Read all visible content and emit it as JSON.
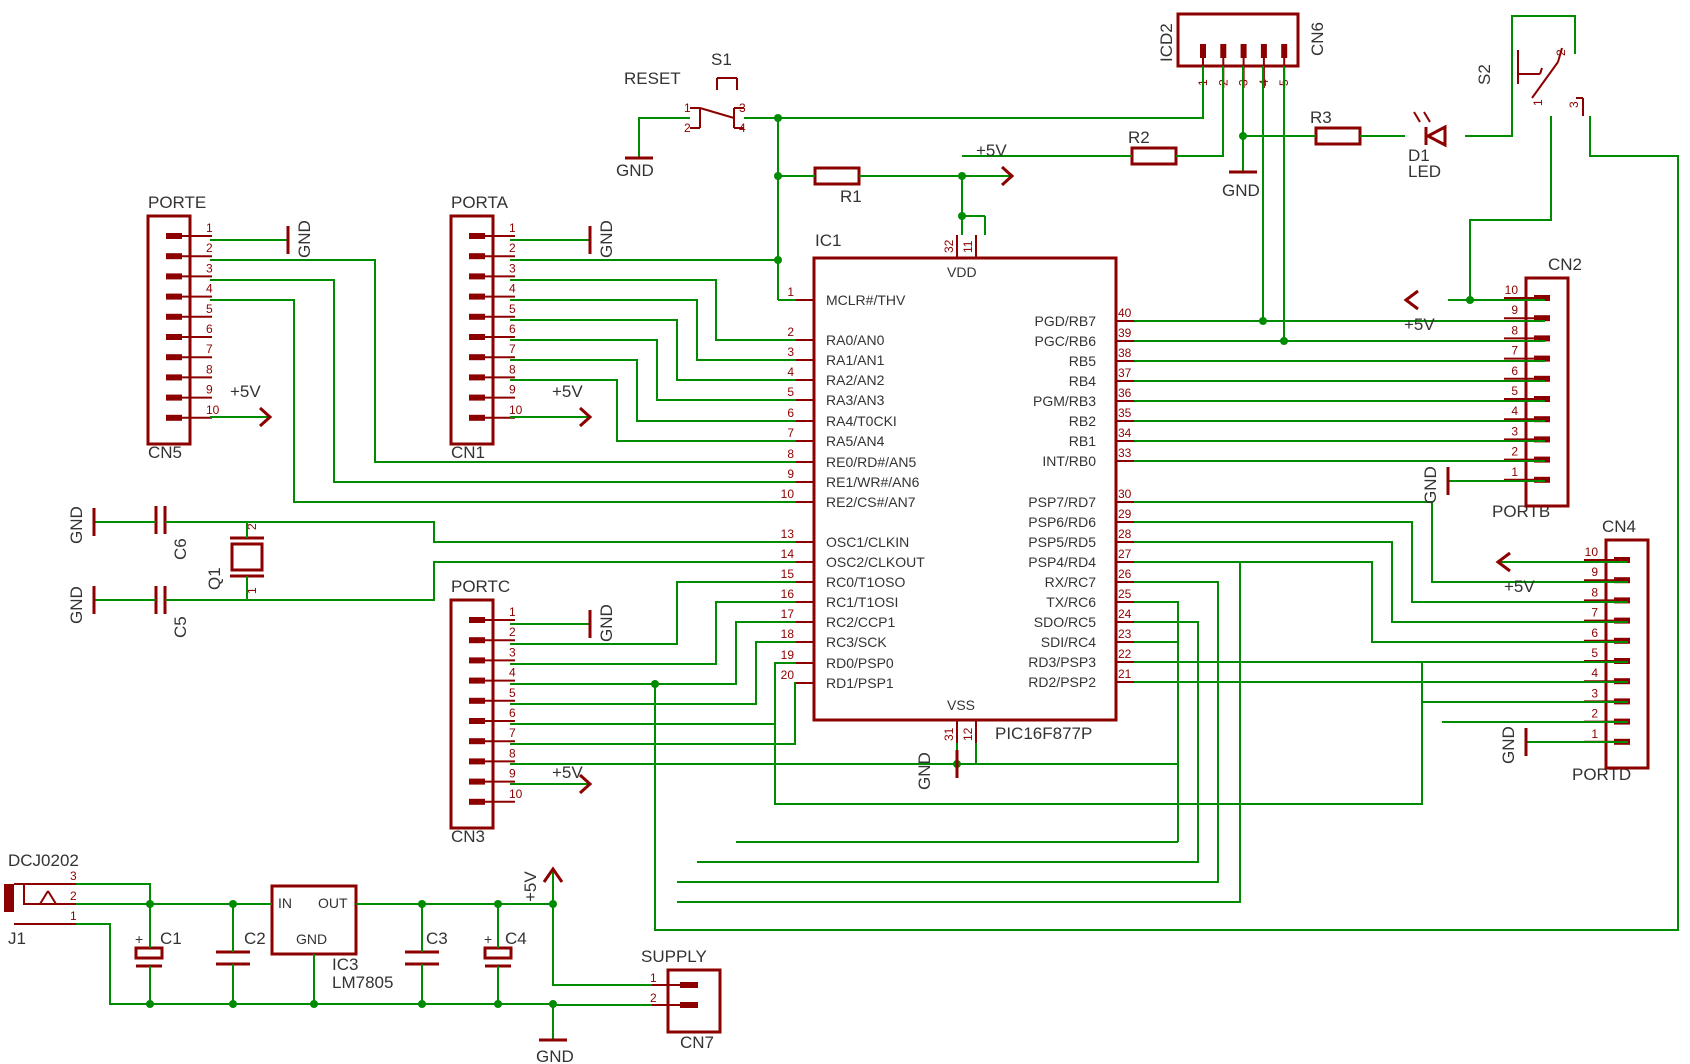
{
  "mcu": {
    "name": "IC1",
    "part": "PIC16F877P",
    "left_pins": [
      {
        "num": "1",
        "name": "MCLR#/THV"
      },
      {
        "num": "2",
        "name": "RA0/AN0"
      },
      {
        "num": "3",
        "name": "RA1/AN1"
      },
      {
        "num": "4",
        "name": "RA2/AN2"
      },
      {
        "num": "5",
        "name": "RA3/AN3"
      },
      {
        "num": "6",
        "name": "RA4/T0CKI"
      },
      {
        "num": "7",
        "name": "RA5/AN4"
      },
      {
        "num": "8",
        "name": "RE0/RD#/AN5"
      },
      {
        "num": "9",
        "name": "RE1/WR#/AN6"
      },
      {
        "num": "10",
        "name": "RE2/CS#/AN7"
      },
      {
        "num": "13",
        "name": "OSC1/CLKIN"
      },
      {
        "num": "14",
        "name": "OSC2/CLKOUT"
      },
      {
        "num": "15",
        "name": "RC0/T1OSO"
      },
      {
        "num": "16",
        "name": "RC1/T1OSI"
      },
      {
        "num": "17",
        "name": "RC2/CCP1"
      },
      {
        "num": "18",
        "name": "RC3/SCK"
      },
      {
        "num": "19",
        "name": "RD0/PSP0"
      },
      {
        "num": "20",
        "name": "RD1/PSP1"
      }
    ],
    "right_pins": [
      {
        "num": "40",
        "name": "PGD/RB7"
      },
      {
        "num": "39",
        "name": "PGC/RB6"
      },
      {
        "num": "38",
        "name": "RB5"
      },
      {
        "num": "37",
        "name": "RB4"
      },
      {
        "num": "36",
        "name": "PGM/RB3"
      },
      {
        "num": "35",
        "name": "RB2"
      },
      {
        "num": "34",
        "name": "RB1"
      },
      {
        "num": "33",
        "name": "INT/RB0"
      },
      {
        "num": "30",
        "name": "PSP7/RD7"
      },
      {
        "num": "29",
        "name": "PSP6/RD6"
      },
      {
        "num": "28",
        "name": "PSP5/RD5"
      },
      {
        "num": "27",
        "name": "PSP4/RD4"
      },
      {
        "num": "26",
        "name": "RX/RC7"
      },
      {
        "num": "25",
        "name": "TX/RC6"
      },
      {
        "num": "24",
        "name": "SDO/RC5"
      },
      {
        "num": "23",
        "name": "SDI/RC4"
      },
      {
        "num": "22",
        "name": "RD3/PSP3"
      },
      {
        "num": "21",
        "name": "RD2/PSP2"
      }
    ],
    "vdd": "VDD",
    "vss": "VSS",
    "vdd_pins": [
      "32",
      "11"
    ],
    "vss_pins": [
      "31",
      "12"
    ]
  },
  "labels": {
    "porte": "PORTE",
    "cn5": "CN5",
    "porta": "PORTA",
    "cn1": "CN1",
    "portc": "PORTC",
    "cn3": "CN3",
    "portb": "PORTB",
    "cn2": "CN2",
    "portd": "PORTD",
    "cn4": "CN4",
    "icd2": "ICD2",
    "cn6": "CN6",
    "reset": "RESET",
    "s1": "S1",
    "s2": "S2",
    "r1": "R1",
    "r2": "R2",
    "r3": "R3",
    "d1": "D1",
    "led": "LED",
    "c6": "C6",
    "c5": "C5",
    "q1": "Q1",
    "dcj": "DCJ0202",
    "j1": "J1",
    "c1": "C1",
    "c2": "C2",
    "c3": "C3",
    "c4": "C4",
    "ic3": "IC3",
    "lm7805": "LM7805",
    "reg_in": "IN",
    "reg_out": "OUT",
    "reg_gnd": "GND",
    "supply": "SUPPLY",
    "cn7": "CN7",
    "gnd": "GND",
    "vcc": "+5V"
  },
  "pin_numbers": [
    "1",
    "2",
    "3",
    "4",
    "5",
    "6",
    "7",
    "8",
    "9",
    "10"
  ],
  "icd_pins": [
    "1",
    "2",
    "3",
    "4",
    "5"
  ],
  "switch_pins": [
    "1",
    "2",
    "3",
    "4"
  ],
  "colors": {
    "wire": "#008c00",
    "part": "#8c0000",
    "text": "#333333"
  }
}
